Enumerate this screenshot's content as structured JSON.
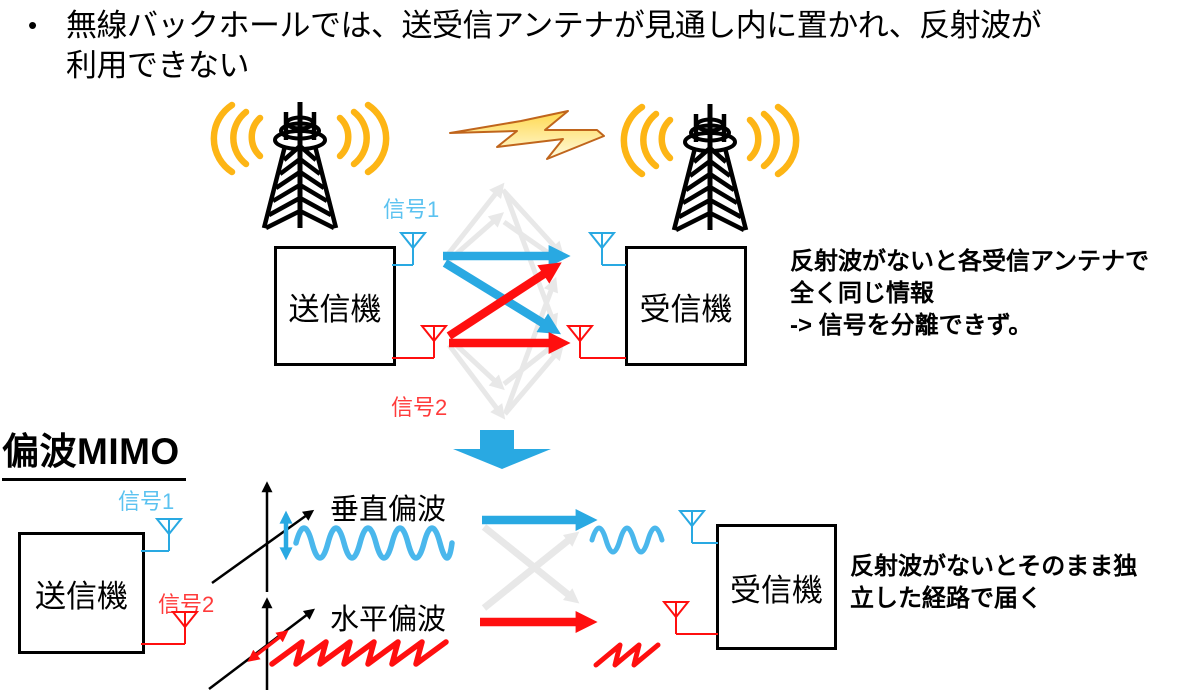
{
  "intro": {
    "bullet": "•",
    "line1": "無線バックホールでは、送受信アンテナが見通し内に置かれ、反射波が",
    "line2": "利用できない"
  },
  "heading": {
    "text": "偏波MIMO"
  },
  "top_diagram": {
    "signal1": "信号1",
    "signal2": "信号2",
    "tx_label": "送信機",
    "rx_label": "受信機",
    "note_lines": [
      "反射波がないと各受信アンテナで",
      "全く同じ情報",
      "-> 信号を分離できず。"
    ]
  },
  "bottom_diagram": {
    "signal1": "信号1",
    "signal2": "信号2",
    "tx_label": "送信機",
    "rx_label": "受信機",
    "vertical_pol": "垂直偏波",
    "horizontal_pol": "水平偏波",
    "note_lines": [
      "反射波がないとそのまま独",
      "立した経路で届く"
    ]
  },
  "icons": {
    "tower": "radio-tower-icon",
    "waves": "radio-waves-icon",
    "lightning": "lightning-bolt-icon",
    "antenna": "antenna-icon",
    "down_arrow": "big-down-arrow-icon"
  },
  "colors": {
    "arrow_blue": "#29A9E2",
    "wave_blue": "#4AB7EC",
    "label_blue": "#5BC2F0",
    "arrow_red": "#FF0F0F",
    "label_red": "#FF3B3B",
    "multipath_gray": "#E8E8E8",
    "tower_amber": "#FDB515",
    "bolt_outline": "#C0651C",
    "black": "#000000"
  }
}
